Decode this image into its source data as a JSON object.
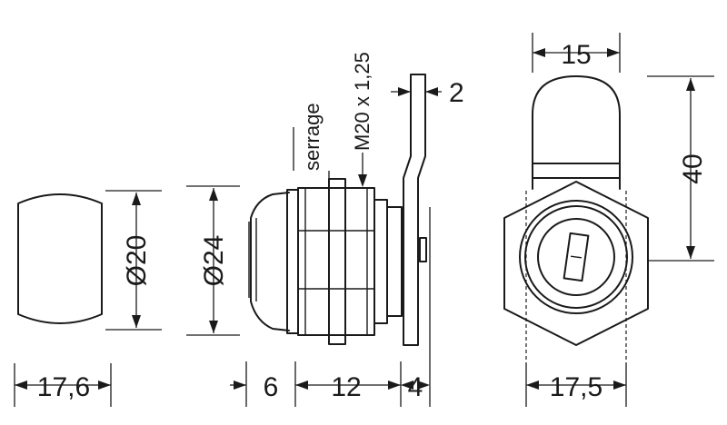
{
  "labels": {
    "cam_diameter": "Ø20",
    "body_diameter": "Ø24",
    "thread": "M20 x 1,25",
    "serrage": "serrage",
    "cam_thickness": "2",
    "head_width": "15",
    "height": "40",
    "cam_width": "17,6",
    "dim_6": "6",
    "dim_12": "12",
    "dim_4": "4",
    "hex_width": "17,5"
  },
  "colors": {
    "stroke": "#1a1a1a",
    "background": "#ffffff"
  }
}
